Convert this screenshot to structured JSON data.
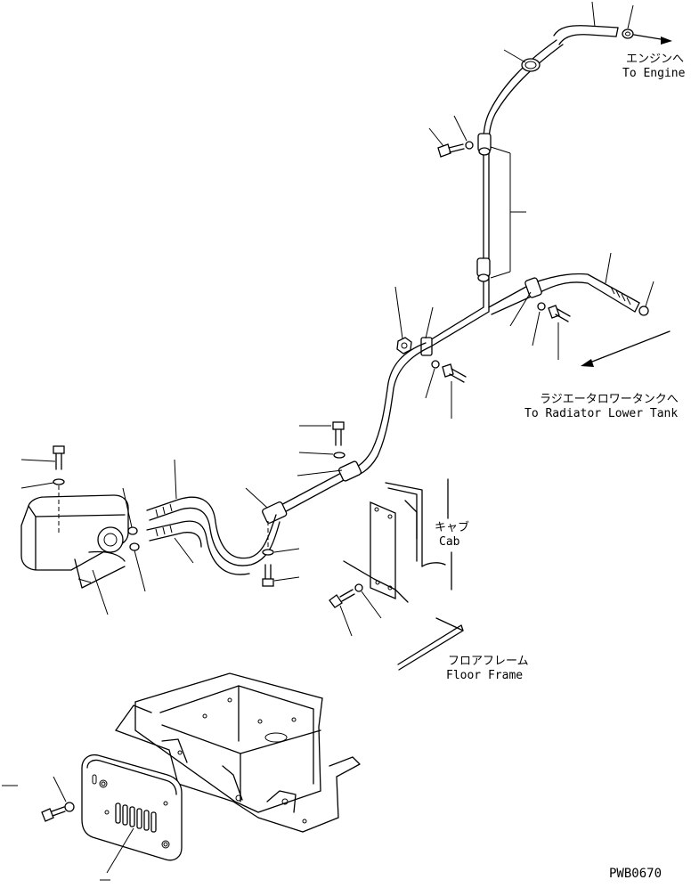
{
  "labels": {
    "engine_jp": "エンジンへ",
    "engine_en": "To Engine",
    "radiator_jp": "ラジエータロワータンクへ",
    "radiator_en": "To Radiator Lower Tank",
    "cab_jp": "キャブ",
    "cab_en": "Cab",
    "floor_jp": "フロアフレーム",
    "floor_en": "Floor Frame",
    "drawing_code": "PWB0670"
  }
}
